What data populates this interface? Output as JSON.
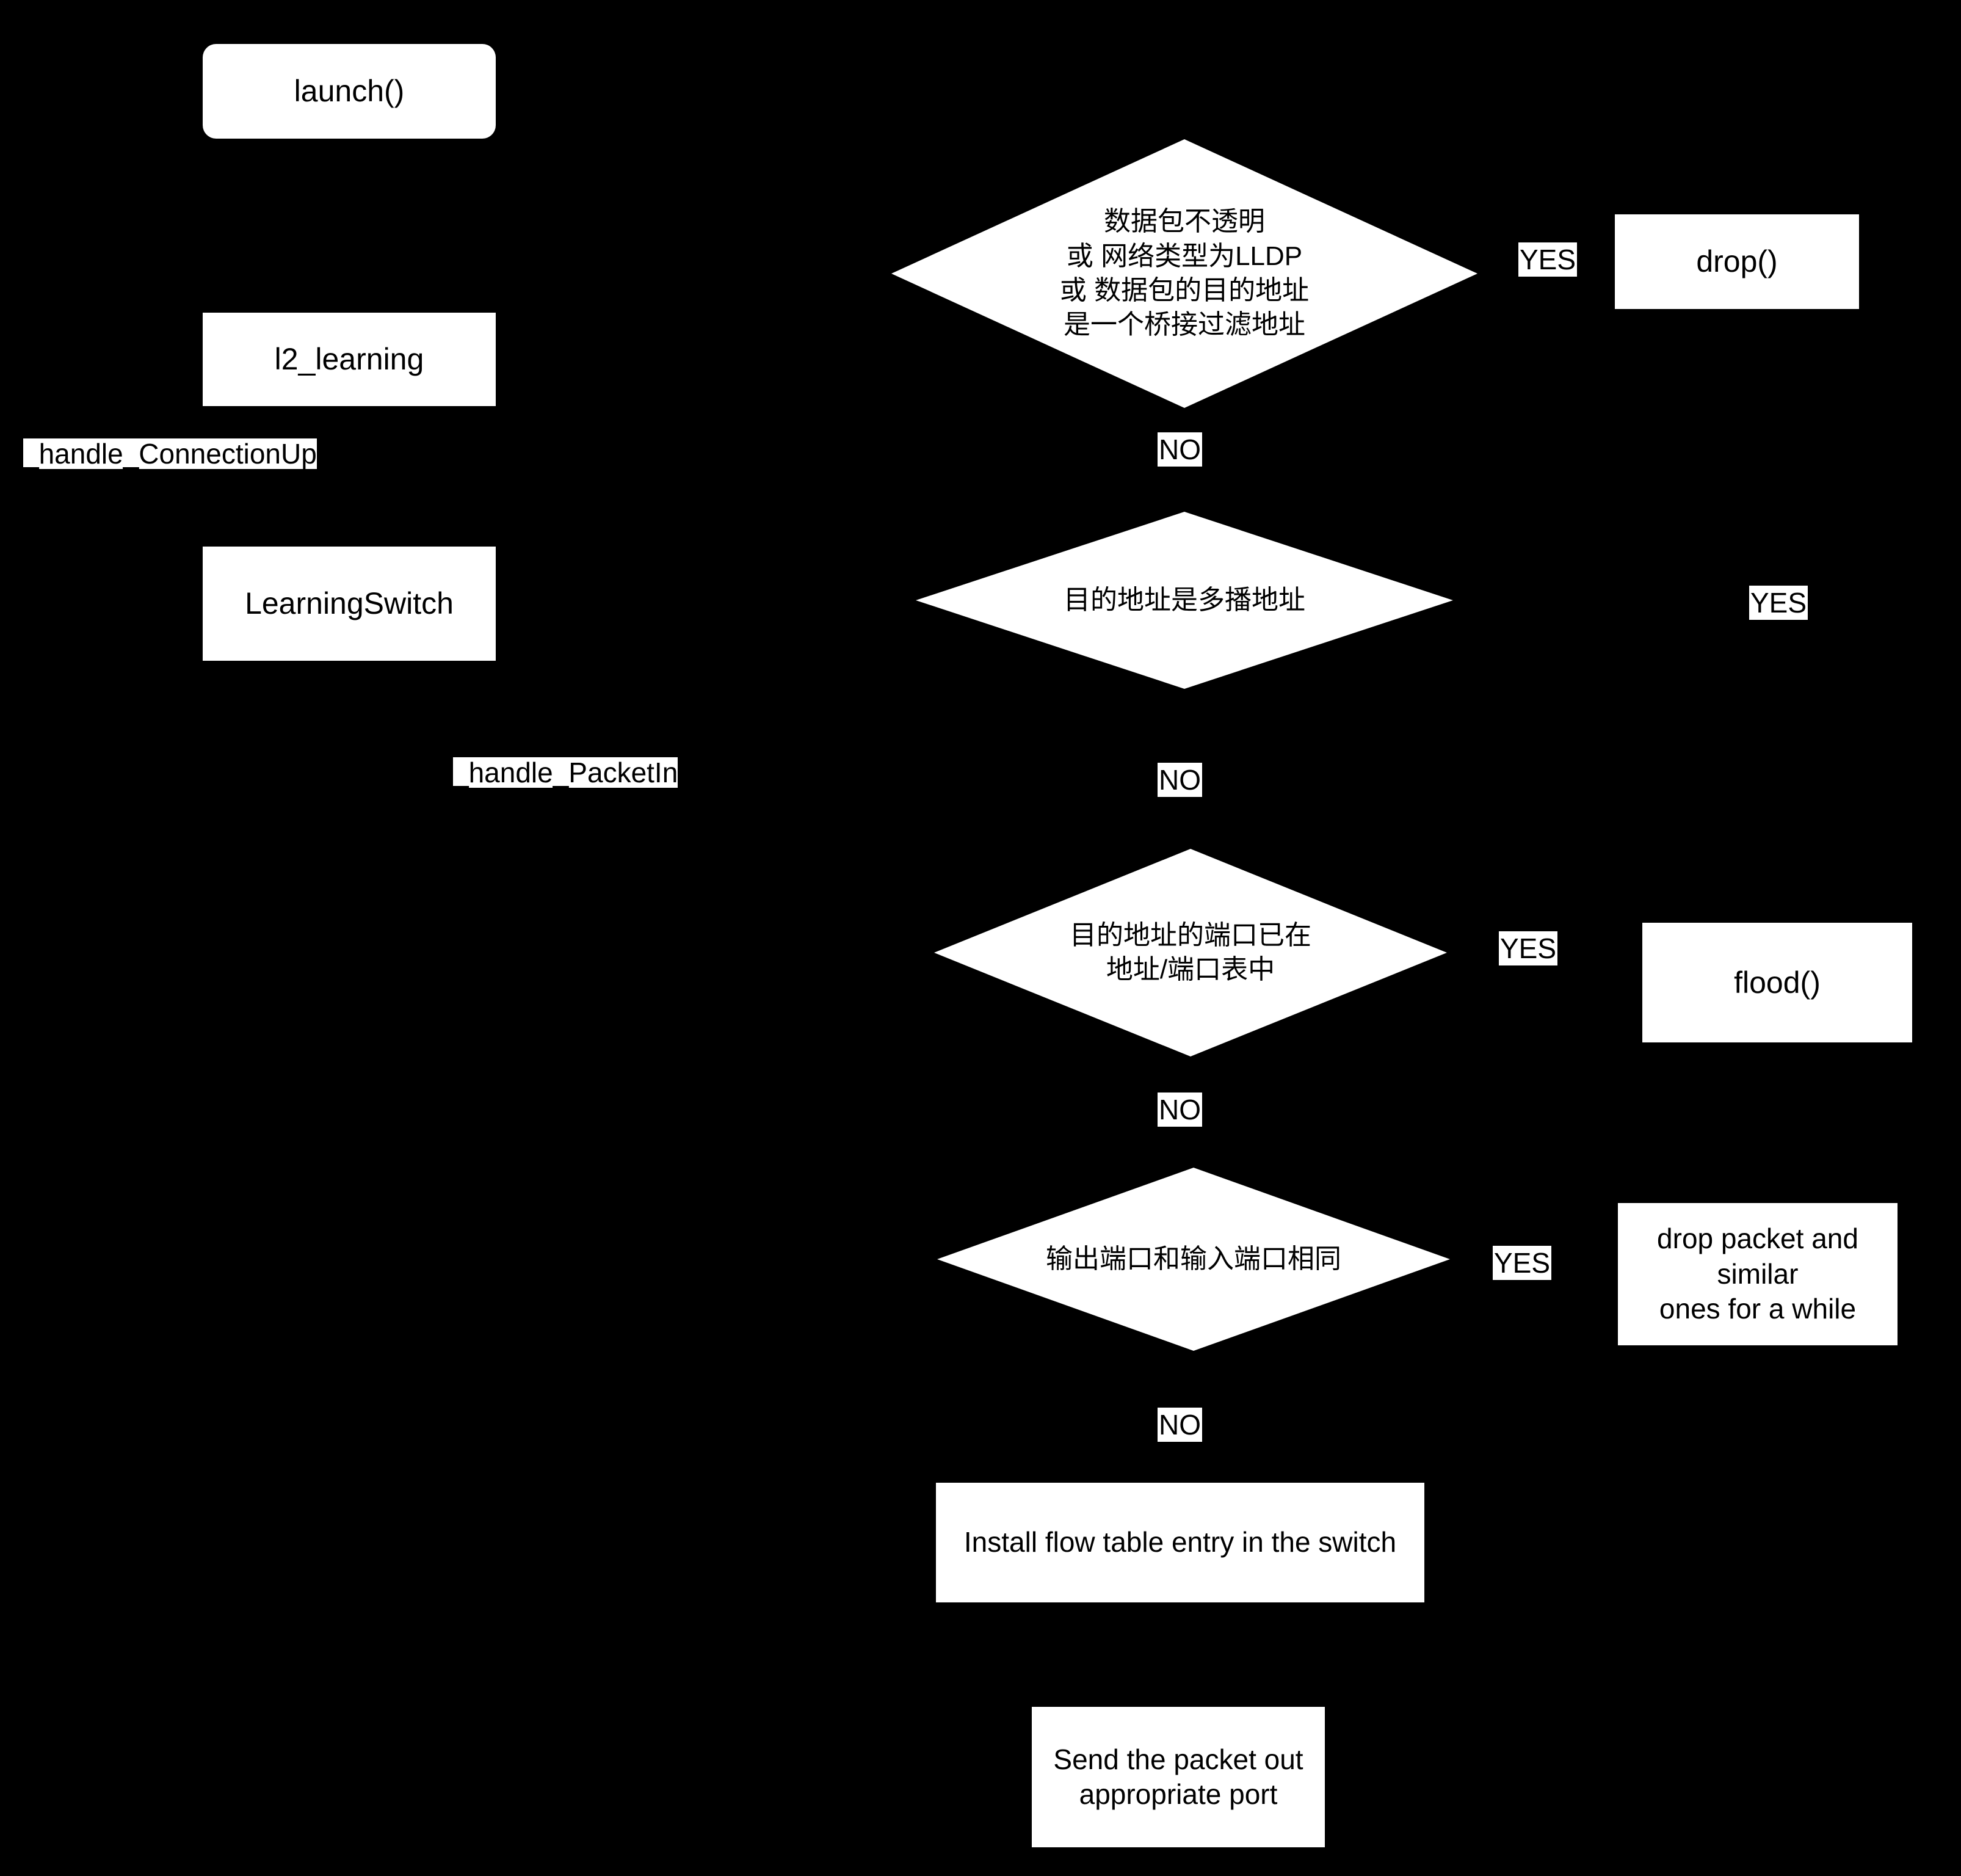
{
  "diagram": {
    "title": "l2_learning packet handling flowchart",
    "background_color": "#000000",
    "node_fill": "#ffffff",
    "node_text_color": "#000000"
  },
  "module_nodes": {
    "launch": "launch()",
    "l2_learning": "l2_learning",
    "learning_switch": "LearningSwitch"
  },
  "handler_labels": {
    "connection_up": "_handle_ConnectionUp",
    "packet_in": "_handle_PacketIn"
  },
  "decisions": [
    {
      "id": "opaque-or-lldp-or-bridge-filtered",
      "text": "数据包不透明\n或 网络类型为LLDP\n或 数据包的目的地址\n是一个桥接过滤地址",
      "yes_label": "YES",
      "no_label": "NO"
    },
    {
      "id": "dst-is-multicast",
      "text": "目的地址是多播地址",
      "yes_label": "YES",
      "no_label": "NO"
    },
    {
      "id": "dst-port-in-table",
      "text": "目的地址的端口已在\n地址/端口表中",
      "yes_label": "YES",
      "no_label": "NO"
    },
    {
      "id": "out-port-equals-in-port",
      "text": "输出端口和输入端口相同",
      "yes_label": "YES",
      "no_label": "NO"
    }
  ],
  "actions": {
    "drop": "drop()",
    "flood": "flood()",
    "drop_similar": "drop packet and similar\nones for a while",
    "install_flow": "Install flow table entry in the switch",
    "send_packet": "Send the packet out\nappropriate port"
  }
}
